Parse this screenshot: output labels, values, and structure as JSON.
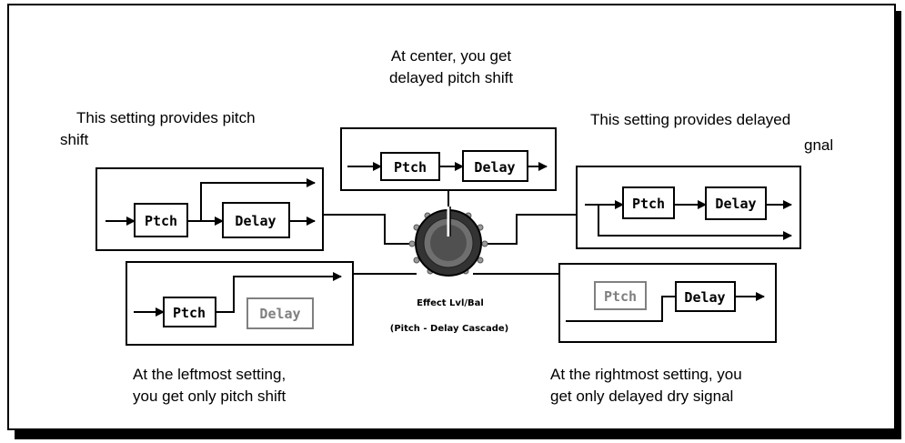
{
  "captions": {
    "center": [
      "At center, you get",
      "delayed pitch shift"
    ],
    "left_top": [
      "This setting provides pitch",
      "shift"
    ],
    "right_top": [
      "This setting provides delayed",
      "gnal"
    ],
    "leftmost": [
      "At the leftmost setting,",
      "you get only pitch shift"
    ],
    "rightmost": [
      "At the rightmost setting, you",
      "get only delayed dry signal"
    ]
  },
  "blocks": {
    "pitch": "Ptch",
    "delay": "Delay"
  },
  "knob": {
    "label_line1": "Effect Lvl/Bal",
    "label_line2": "(Pitch - Delay Cascade)"
  },
  "colors": {
    "line": "#000000",
    "faded": "#808080",
    "knob_body": "#333333",
    "knob_face": "#7a7a7a"
  }
}
